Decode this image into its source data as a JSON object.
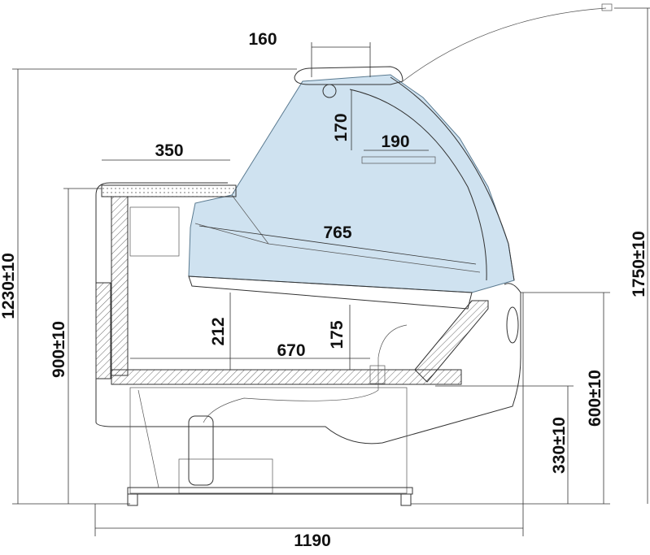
{
  "drawing": {
    "title": "Refrigerated display counter side section",
    "dimensions": {
      "top_canopy_width": "160",
      "work_shelf_depth": "350",
      "light_height": "170",
      "upper_shelf_depth": "190",
      "display_depth": "765",
      "display_tray_height": "212",
      "base_depth": "670",
      "front_tray_height": "175",
      "overall_depth": "1190",
      "work_top_height": "1230±10",
      "counter_height": "900±10",
      "front_base_height": "600±10",
      "plinth_height": "330±10",
      "overall_height": "1750±10"
    },
    "colors": {
      "glass": "#cfe2f0",
      "line": "#333333"
    }
  }
}
